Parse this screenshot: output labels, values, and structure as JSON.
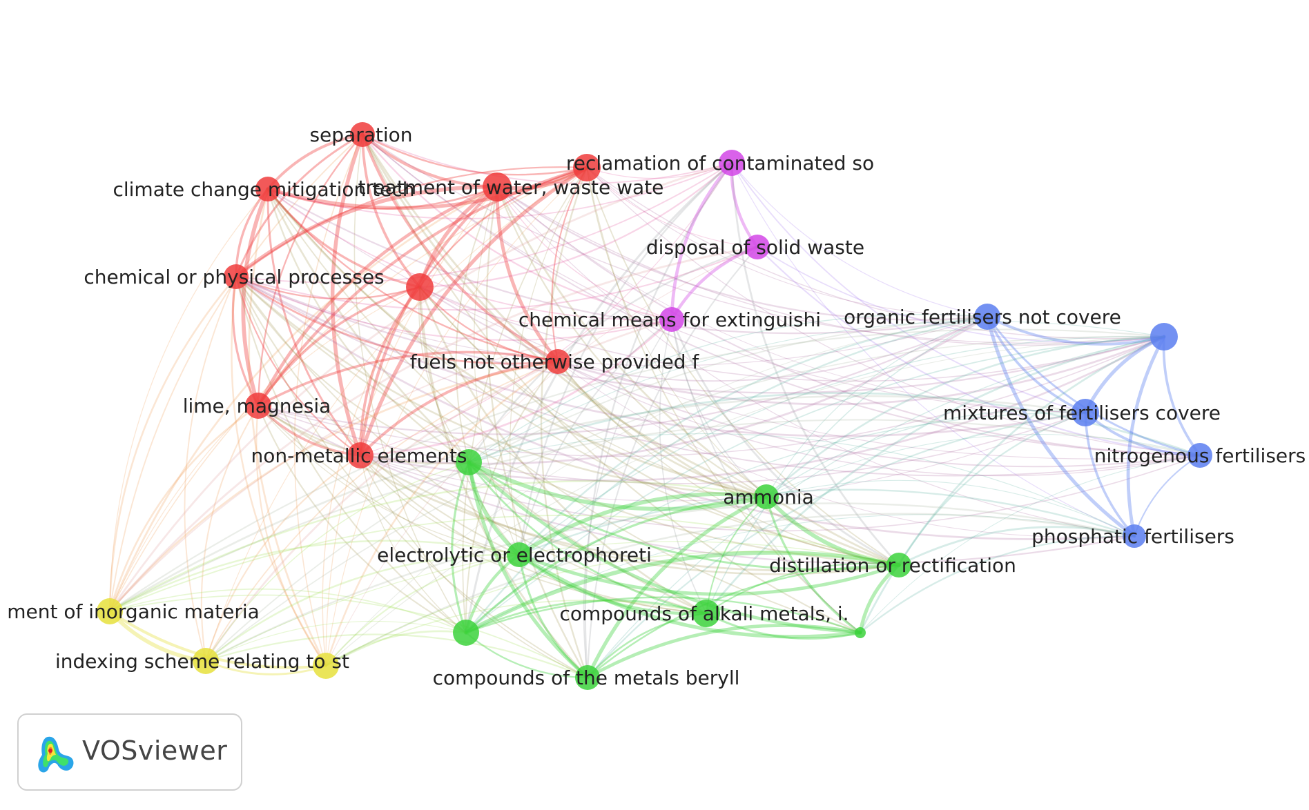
{
  "app": {
    "logo_text": "VOSviewer"
  },
  "clusters": {
    "red": "#f03c3c",
    "green": "#3cd23c",
    "blue": "#5a7ef0",
    "purple": "#d246e6",
    "yellow": "#e6e03c"
  },
  "nodes": [
    {
      "label": "separation",
      "cluster": "red"
    },
    {
      "label": "climate change mitigation tech",
      "cluster": "red"
    },
    {
      "label": "treatment of water, waste wate",
      "cluster": "red"
    },
    {
      "label": "",
      "cluster": "red"
    },
    {
      "label": "chemical or physical processes",
      "cluster": "red"
    },
    {
      "label": "",
      "cluster": "red"
    },
    {
      "label": "fuels not otherwise provided f",
      "cluster": "red"
    },
    {
      "label": "lime, magnesia",
      "cluster": "red"
    },
    {
      "label": "non-metallic elements",
      "cluster": "red"
    },
    {
      "label": "reclamation of contaminated so",
      "cluster": "purple"
    },
    {
      "label": "disposal of solid waste",
      "cluster": "purple"
    },
    {
      "label": "chemical means for extinguishi",
      "cluster": "purple"
    },
    {
      "label": "organic fertilisers not covere",
      "cluster": "blue"
    },
    {
      "label": "",
      "cluster": "blue"
    },
    {
      "label": "mixtures of fertilisers covere",
      "cluster": "blue"
    },
    {
      "label": "nitrogenous fertilisers",
      "cluster": "blue"
    },
    {
      "label": "phosphatic fertilisers",
      "cluster": "blue"
    },
    {
      "label": "",
      "cluster": "green"
    },
    {
      "label": "ammonia",
      "cluster": "green"
    },
    {
      "label": "electrolytic or electrophoreti",
      "cluster": "green"
    },
    {
      "label": "distillation or rectification",
      "cluster": "green"
    },
    {
      "label": "compounds of alkali metals, i.",
      "cluster": "green"
    },
    {
      "label": "",
      "cluster": "green"
    },
    {
      "label": "",
      "cluster": "green"
    },
    {
      "label": "compounds of the metals beryll",
      "cluster": "green"
    },
    {
      "label": "ment of inorganic materia",
      "cluster": "yellow"
    },
    {
      "label": "indexing scheme relating to st",
      "cluster": "yellow"
    },
    {
      "label": "",
      "cluster": "yellow"
    }
  ]
}
